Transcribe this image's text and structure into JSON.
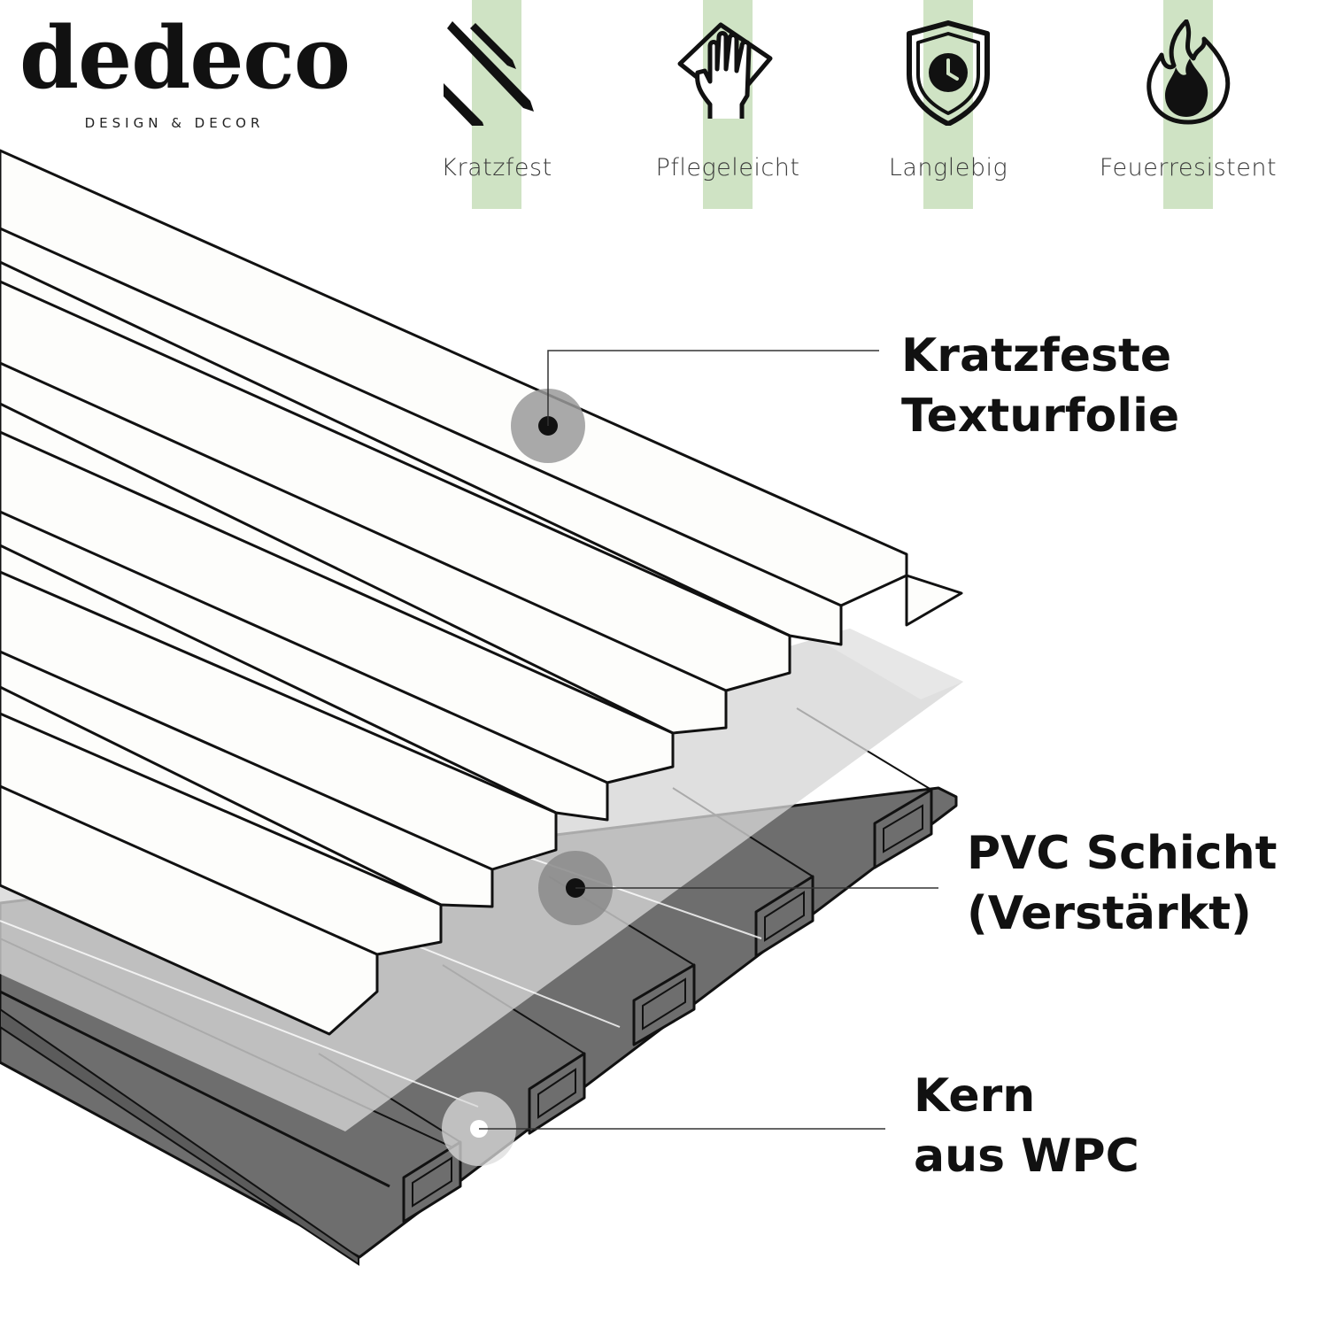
{
  "brand": {
    "name": "dedeco",
    "tagline": "DESIGN & DECOR"
  },
  "features": [
    {
      "label": "Kratzfest",
      "icon": "scratch-marks-icon"
    },
    {
      "label": "Pflegeleicht",
      "icon": "hand-wiping-cloth-icon"
    },
    {
      "label": "Langlebig",
      "icon": "shield-clock-icon"
    },
    {
      "label": "Feuerresistent",
      "icon": "flame-icon"
    }
  ],
  "layers": [
    {
      "line1": "Kratzfeste",
      "line2": "Texturfolie"
    },
    {
      "line1": "PVC Schicht",
      "line2": "(Verstärkt)"
    },
    {
      "line1": "Kern",
      "line2": "aus WPC"
    }
  ],
  "colors": {
    "accent": "#cfe3c4",
    "core": "#6e6e6e",
    "pvc": "#cfcfcf",
    "foil": "#fdfdfb",
    "marker": "#9a9a9a"
  }
}
